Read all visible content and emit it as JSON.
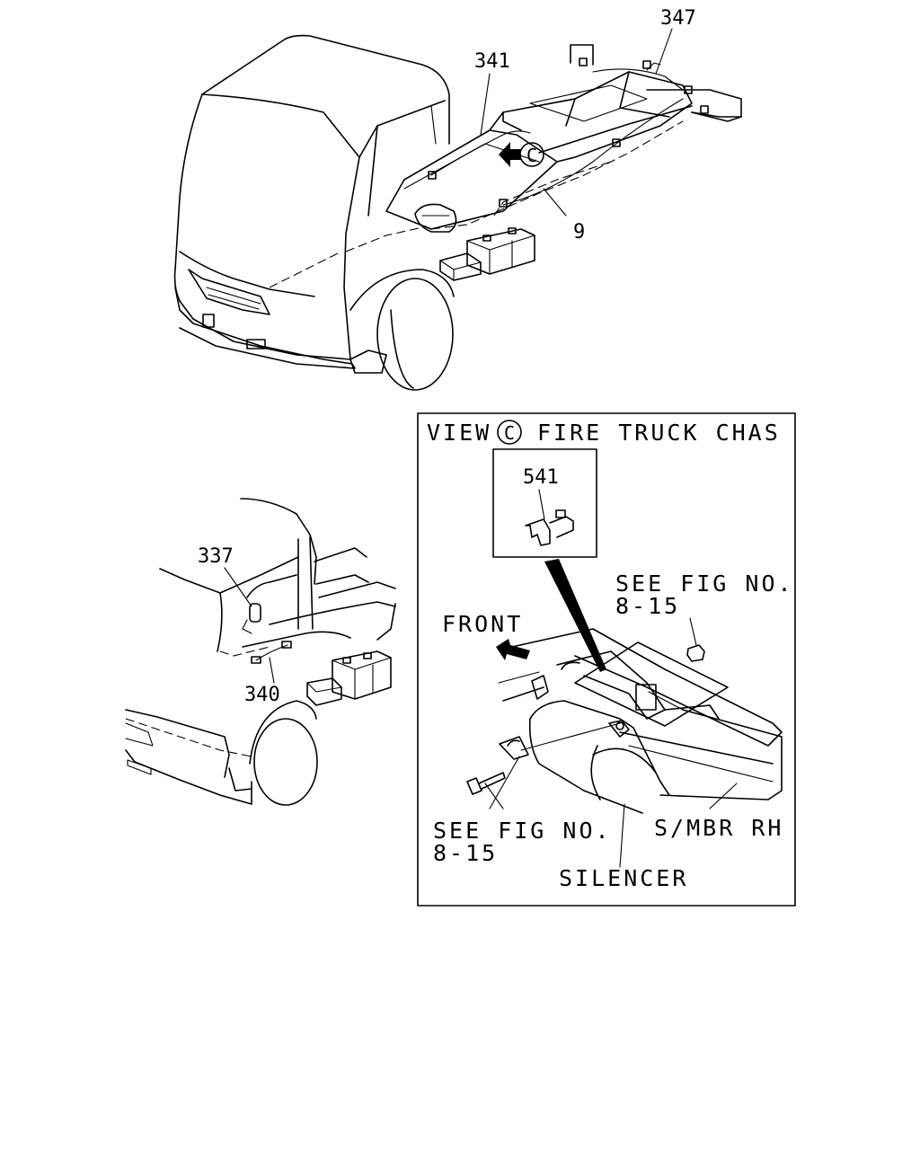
{
  "callouts": {
    "c347": "347",
    "c341": "341",
    "c9": "9",
    "c337": "337",
    "c340": "340",
    "c541": "541"
  },
  "detail_view": {
    "title": "VIEW",
    "title_symbol": "C",
    "title_rest": "FIRE TRUCK CHAS",
    "front_label": "FRONT",
    "see_fig_upper_line1": "SEE FIG NO.",
    "see_fig_upper_line2": "8-15",
    "see_fig_lower_line1": "SEE FIG NO.",
    "see_fig_lower_line2": "8-15",
    "smbr_label": "S/MBR RH",
    "silencer_label": "SILENCER"
  },
  "view_marker": {
    "symbol": "C"
  },
  "icons": {
    "view-arrow": "arrow-left",
    "front-arrow": "arrow-up-left"
  }
}
